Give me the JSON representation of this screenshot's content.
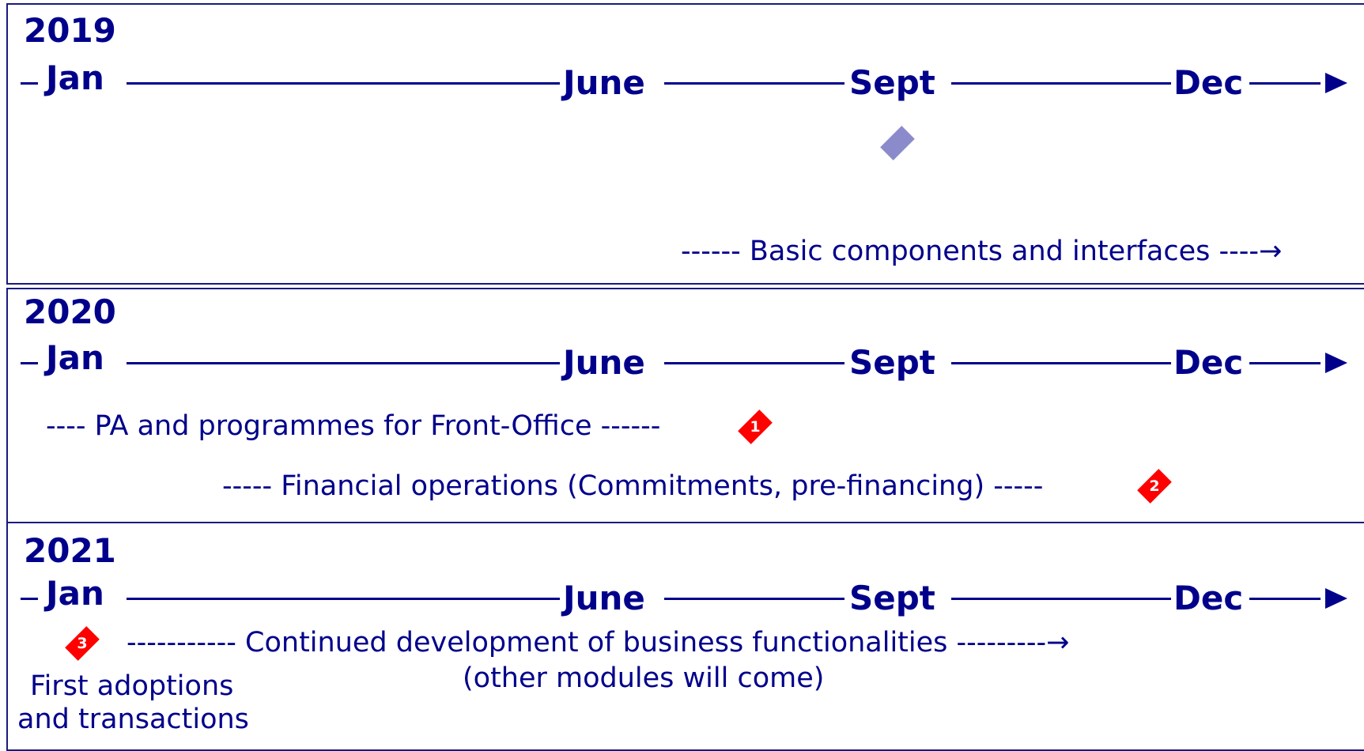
{
  "panels": [
    {
      "year": "2019",
      "months": [
        "Jan",
        "June",
        "Sept",
        "Dec"
      ],
      "notes": [
        "------ Basic components and interfaces ----→"
      ]
    },
    {
      "year": "2020",
      "months": [
        "Jan",
        "June",
        "Sept",
        "Dec"
      ],
      "notes": [
        "---- PA and programmes for Front-Office ------",
        "----- Financial operations (Commitments, pre-financing) -----"
      ],
      "markers": [
        "1",
        "2"
      ]
    },
    {
      "year": "2021",
      "months": [
        "Jan",
        "June",
        "Sept",
        "Dec"
      ],
      "notes": [
        "----------- Continued development of business functionalities ---------→",
        "(other modules will come)",
        "First adoptions",
        "and transactions"
      ],
      "markers": [
        "3"
      ]
    }
  ],
  "colors": {
    "ink": "#00008B",
    "milestone": "#ff0000",
    "neutral_milestone": "#8b8bcc"
  }
}
